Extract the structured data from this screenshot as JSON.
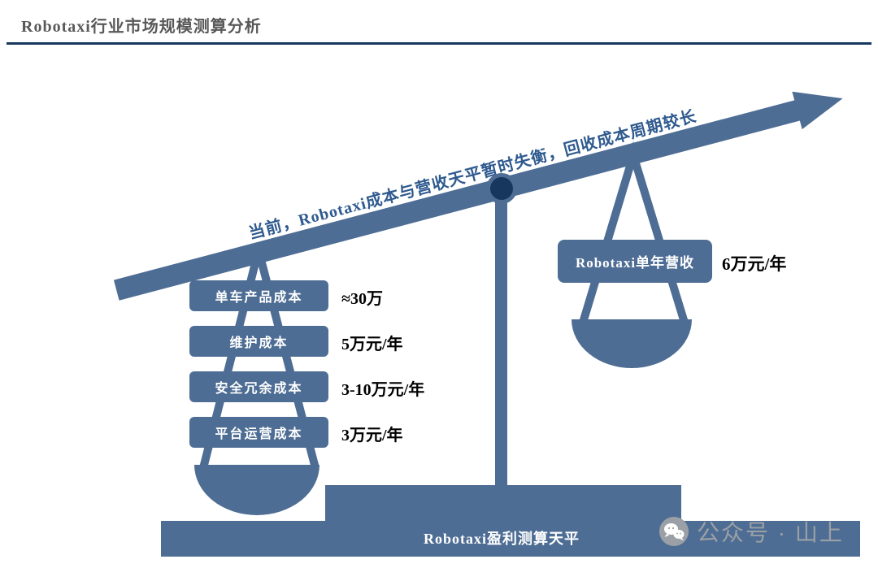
{
  "header": {
    "title": "Robotaxi行业市场规模测算分析"
  },
  "beam": {
    "caption": "当前，Robotaxi成本与营收天平暂时失衡，回收成本周期较长"
  },
  "left_pan": {
    "items": [
      {
        "label": "单车产品成本",
        "value": "≈30万"
      },
      {
        "label": "维护成本",
        "value": "5万元/年"
      },
      {
        "label": "安全冗余成本",
        "value": "3-10万元/年"
      },
      {
        "label": "平台运营成本",
        "value": "3万元/年"
      }
    ]
  },
  "right_pan": {
    "label": "Robotaxi单年营收",
    "value": "6万元/年"
  },
  "base": {
    "label": "Robotaxi盈利测算天平"
  },
  "watermark": {
    "label": "公众号 · 山上",
    "icon": "wechat-icon"
  },
  "colors": {
    "accent": "#4e6d94",
    "navy": "#17375e",
    "title_gray": "#595959",
    "watermark_gray": "#9aa0a5",
    "beam_text": "#2f5a8f"
  }
}
